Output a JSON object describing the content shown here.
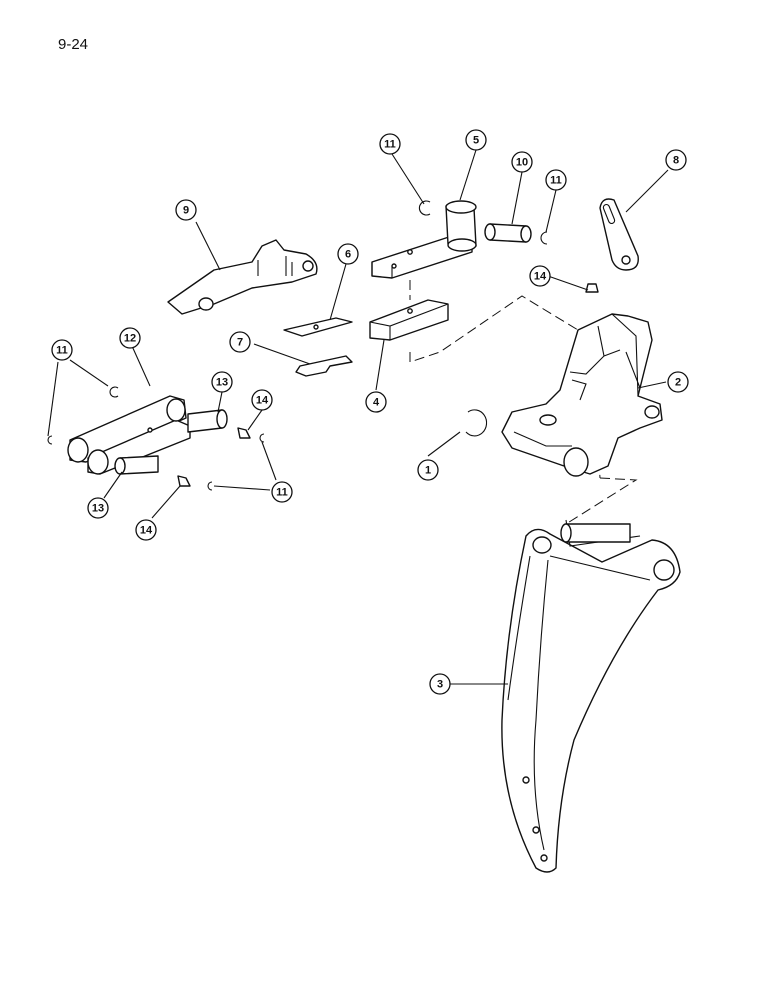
{
  "page": {
    "number": "9-24"
  },
  "callouts": [
    {
      "label": "1"
    },
    {
      "label": "2"
    },
    {
      "label": "3"
    },
    {
      "label": "4"
    },
    {
      "label": "5"
    },
    {
      "label": "6"
    },
    {
      "label": "7"
    },
    {
      "label": "8"
    },
    {
      "label": "9"
    },
    {
      "label": "10"
    },
    {
      "label": "11"
    },
    {
      "label": "11"
    },
    {
      "label": "11"
    },
    {
      "label": "11"
    },
    {
      "label": "12"
    },
    {
      "label": "13"
    },
    {
      "label": "13"
    },
    {
      "label": "14"
    },
    {
      "label": "14"
    },
    {
      "label": "14"
    }
  ]
}
